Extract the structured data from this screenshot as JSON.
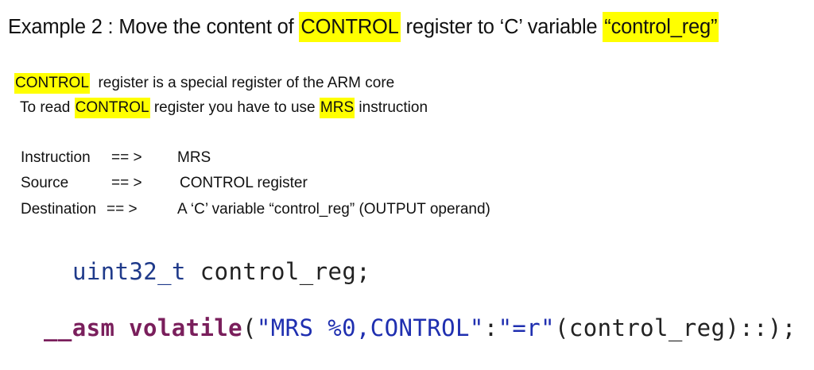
{
  "title": {
    "prefix": "Example 2 : Move the content of ",
    "control": "CONTROL",
    "middle": " register to ‘C’ variable ",
    "var": "“control_reg”"
  },
  "description": {
    "line1_control": "CONTROL",
    "line1_rest": "  register is a special register of the ARM core",
    "line2_prefix": "To read ",
    "line2_control": "CONTROL",
    "line2_middle": " register you have to use ",
    "line2_mrs": "MRS",
    "line2_suffix": " instruction"
  },
  "table": [
    {
      "key": "Instruction",
      "arrow": "== >",
      "value": "MRS"
    },
    {
      "key": "Source",
      "arrow": "== >",
      "value": "CONTROL register"
    },
    {
      "key": "Destination",
      "arrow": "== >",
      "value": "A ‘C’ variable “control_reg” (OUTPUT operand)"
    }
  ],
  "code": {
    "line1_type": "uint32_t",
    "line1_rest": " control_reg;",
    "line2_kw": "__asm volatile",
    "line2_open": "(",
    "line2_str1": "\"MRS %0,CONTROL\"",
    "line2_colon": ":",
    "line2_str2": "\"=r\"",
    "line2_rest": "(control_reg)::);"
  },
  "colors": {
    "highlight": "#ffff00"
  }
}
